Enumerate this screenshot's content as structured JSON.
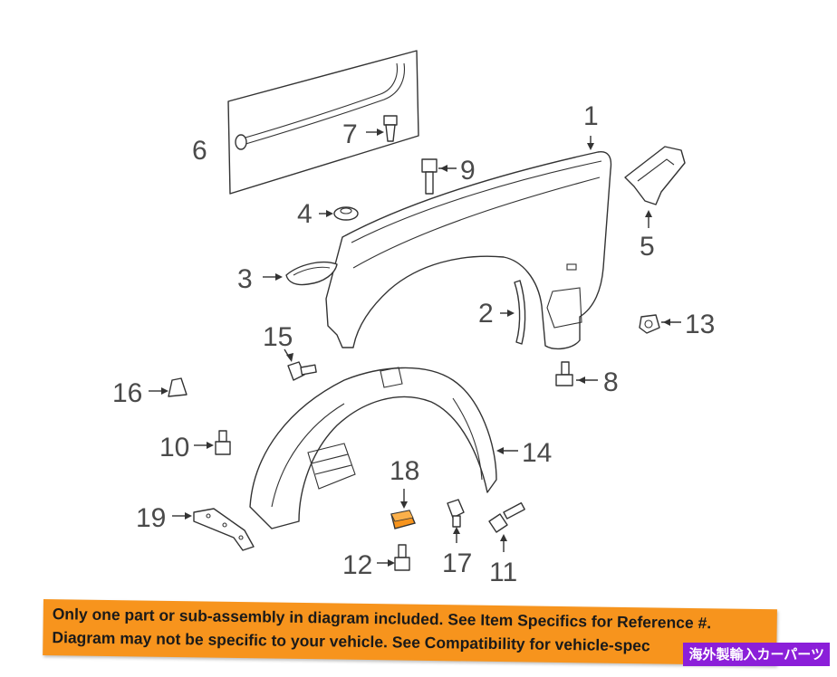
{
  "callouts": {
    "c1": "1",
    "c2": "2",
    "c3": "3",
    "c4": "4",
    "c5": "5",
    "c6": "6",
    "c7": "7",
    "c8": "8",
    "c9": "9",
    "c10": "10",
    "c11": "11",
    "c12": "12",
    "c13": "13",
    "c14": "14",
    "c15": "15",
    "c16": "16",
    "c17": "17",
    "c18": "18",
    "c19": "19"
  },
  "highlight_color": "#f7941d",
  "banner": {
    "line1": "Only one part or sub-assembly in diagram included. See Item Specifics for Reference #.",
    "line2": "Diagram may not be specific to your vehicle. See Compatibility for vehicle-spec"
  },
  "watermark": "海外製輸入カーパーツ"
}
